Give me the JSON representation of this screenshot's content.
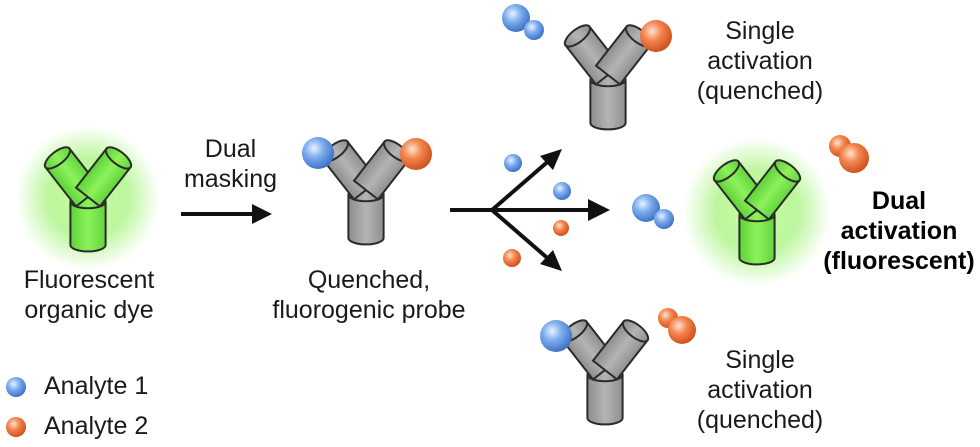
{
  "labels": {
    "dual_masking": [
      "Dual",
      "masking"
    ],
    "dye": [
      "Fluorescent",
      "organic dye"
    ],
    "probe": [
      "Quenched,",
      "fluorogenic probe"
    ],
    "single_top": [
      "Single",
      "activation",
      "(quenched)"
    ],
    "dual_activation": [
      "Dual",
      "activation",
      "(fluorescent)"
    ],
    "single_bottom": [
      "Single",
      "activation",
      "(quenched)"
    ]
  },
  "legend": {
    "analyte1": "Analyte 1",
    "analyte2": "Analyte 2"
  },
  "colors": {
    "analyte1": "#6ea0e6",
    "analyte2": "#f07a4a",
    "probe_gray": "#a3a3a3",
    "dye_green": "#7fe84a",
    "glow": "#9df07a",
    "arrow": "#111111"
  }
}
